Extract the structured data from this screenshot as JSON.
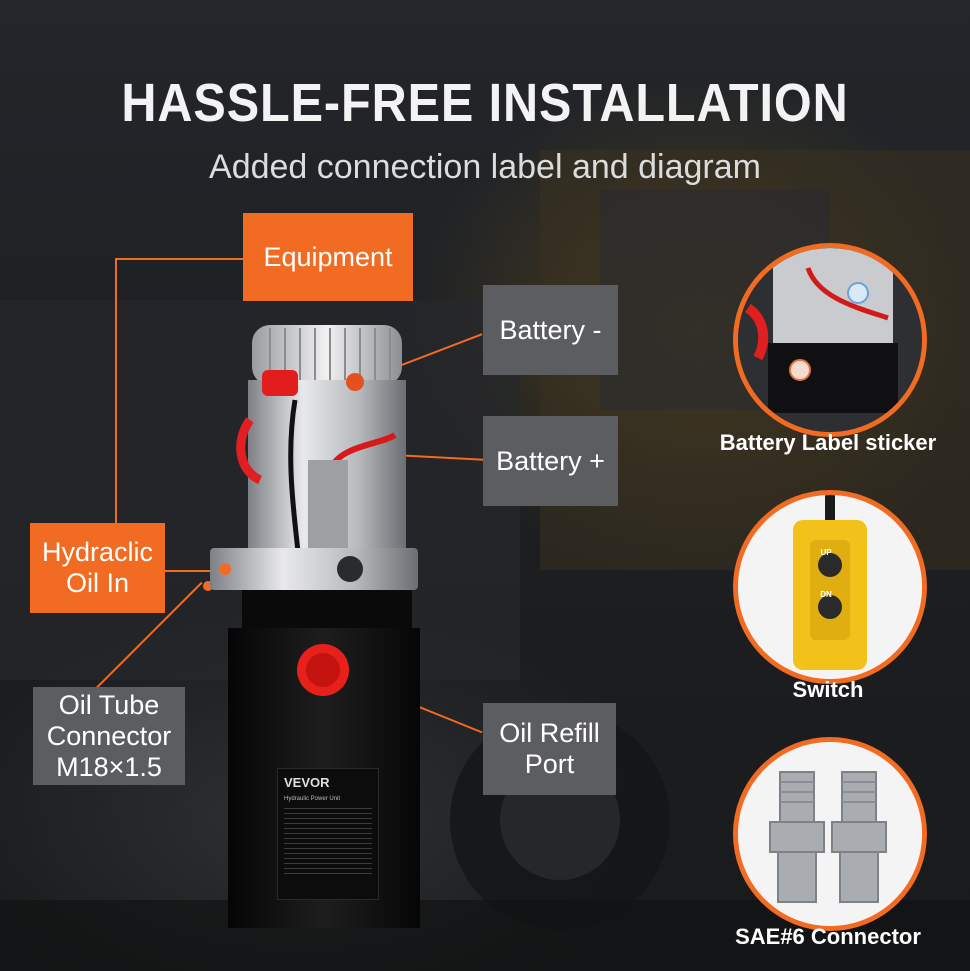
{
  "header": {
    "title": "HASSLE-FREE INSTALLATION",
    "subtitle": "Added connection label and diagram"
  },
  "callouts": {
    "equipment": "Equipment",
    "battery_minus": "Battery -",
    "battery_plus": "Battery +",
    "hydraulic_oil_in": "Hydraclic Oil In",
    "oil_tube_connector": "Oil Tube Connector M18×1.5",
    "oil_refill_port": "Oil Refill Port"
  },
  "features": [
    {
      "caption": "Battery Label sticker",
      "icon": "battery-label-closeup"
    },
    {
      "caption": "Switch",
      "icon": "up-down-switch"
    },
    {
      "caption": "SAE#6 Connector",
      "icon": "connector-fittings"
    }
  ],
  "product": {
    "brand": "VEVOR",
    "plate_title": "Hydraulic Power Unit",
    "switch_up": "UP",
    "switch_down": "DN"
  },
  "colors": {
    "accent": "#f26b22",
    "callout_gray": "#5b5d60",
    "switch_yellow": "#f2c21a"
  }
}
